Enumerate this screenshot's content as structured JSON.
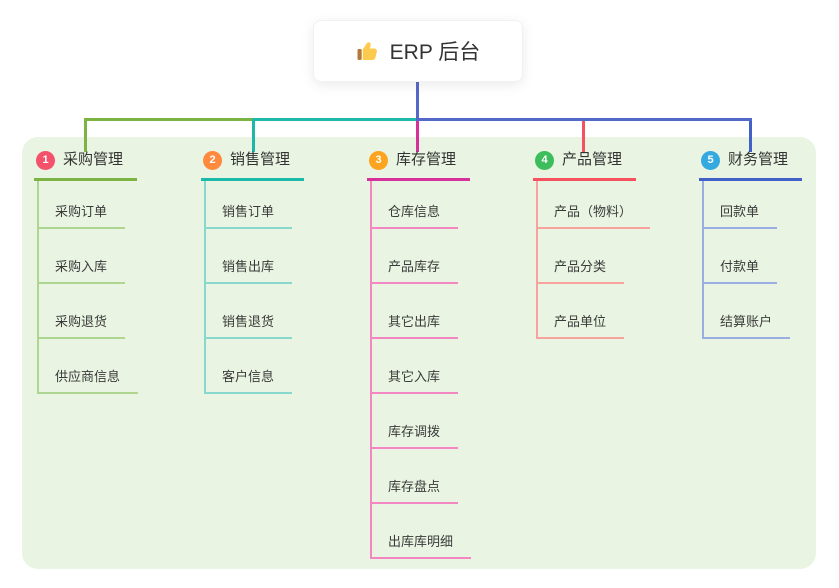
{
  "root": {
    "title": "ERP 后台",
    "icon": "thumbs-up-icon"
  },
  "panel_bg": "#e9f5e2",
  "connector_colors": {
    "stem": "#5468c8",
    "rail_left": "#7cb342",
    "rail_mid": "#1cb9a8",
    "rail_right": "#5468c8"
  },
  "branches": [
    {
      "badge": "1",
      "label": "采购管理",
      "badge_color": "#f4526a",
      "accent_color": "#7cb342",
      "light_color": "#aed691",
      "children": [
        "采购订单",
        "采购入库",
        "采购退货",
        "供应商信息"
      ]
    },
    {
      "badge": "2",
      "label": "销售管理",
      "badge_color": "#ff8a3e",
      "accent_color": "#1cb9a8",
      "light_color": "#86d9cc",
      "children": [
        "销售订单",
        "销售出库",
        "销售退货",
        "客户信息"
      ]
    },
    {
      "badge": "3",
      "label": "库存管理",
      "badge_color": "#fca41f",
      "accent_color": "#d6309a",
      "light_color": "#f287c2",
      "children": [
        "仓库信息",
        "产品库存",
        "其它出库",
        "其它入库",
        "库存调拨",
        "库存盘点",
        "出库库明细"
      ]
    },
    {
      "badge": "4",
      "label": "产品管理",
      "badge_color": "#3dbd5b",
      "accent_color": "#f5515f",
      "light_color": "#f9a39e",
      "children": [
        "产品（物料）",
        "产品分类",
        "产品单位"
      ]
    },
    {
      "badge": "5",
      "label": "财务管理",
      "badge_color": "#34a9e0",
      "accent_color": "#4160c8",
      "light_color": "#9aaee4",
      "children": [
        "回款单",
        "付款单",
        "结算账户"
      ]
    }
  ]
}
